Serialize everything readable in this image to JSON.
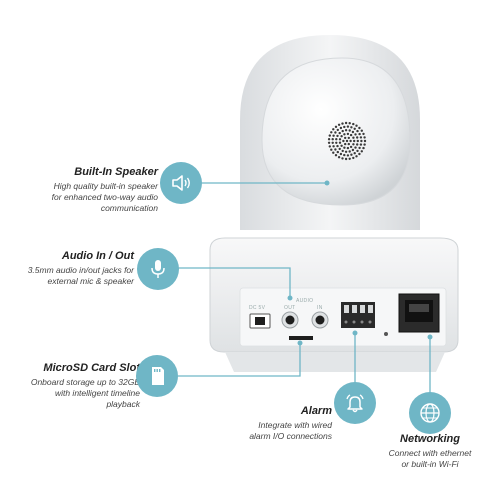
{
  "callouts": {
    "speaker": {
      "title": "Built-In Speaker",
      "lines": [
        "High quality built-in speaker",
        "for enhanced two-way audio",
        "communication"
      ],
      "icon": "speaker-icon"
    },
    "audio": {
      "title": "Audio In / Out",
      "lines": [
        "3.5mm audio in/out jacks for",
        "external mic & speaker"
      ],
      "icon": "microphone-icon"
    },
    "microsd": {
      "title": "MicroSD Card Slot",
      "lines": [
        "Onboard storage up to 32GB",
        "with intelligent timeline",
        "playback"
      ],
      "icon": "sd-card-icon"
    },
    "alarm": {
      "title": "Alarm",
      "lines": [
        "Integrate with wired",
        "alarm I/O connections"
      ],
      "icon": "alarm-bell-icon"
    },
    "networking": {
      "title": "Networking",
      "lines": [
        "Connect with ethernet",
        "or built-in Wi-Fi"
      ],
      "icon": "globe-icon"
    }
  },
  "ports": {
    "dc": "DC 5V",
    "audio": "AUDIO",
    "out": "OUT",
    "in": "IN"
  },
  "colors": {
    "accent": "#6fb6c6",
    "camera_body": "#f2f3f4",
    "port_dark": "#1e1e1e"
  }
}
